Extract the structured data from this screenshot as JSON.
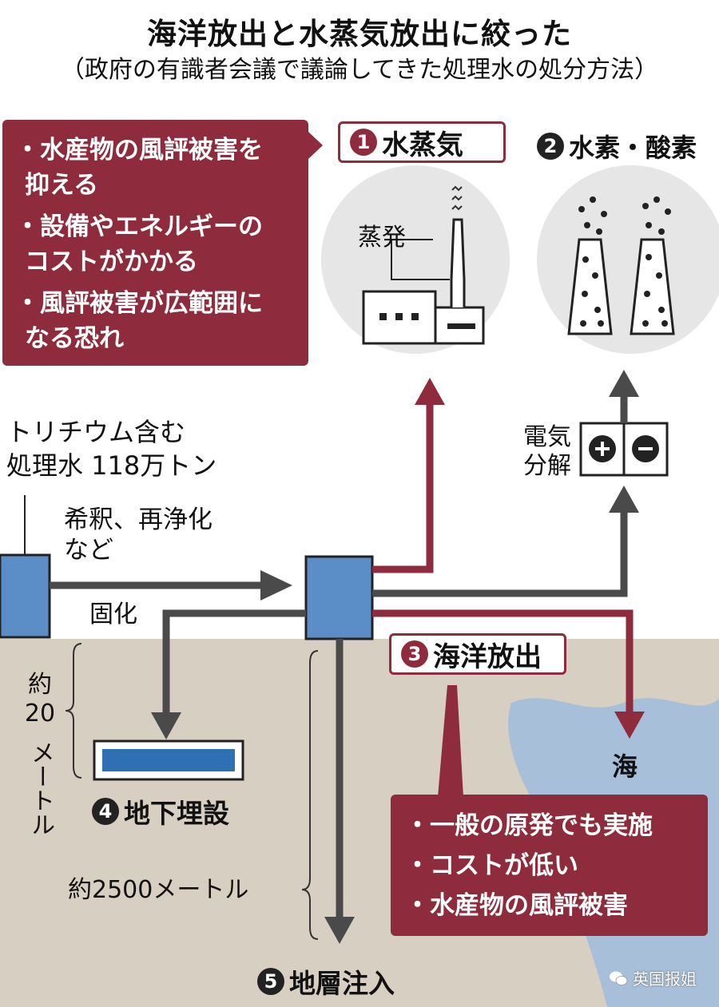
{
  "title": "海洋放出と水蒸気放出に絞った",
  "subtitle": "（政府の有識者会議で議論してきた処理水の処分方法）",
  "colors": {
    "red": "#8e2c3d",
    "blue": "#5b8ec7",
    "ground": "#d8cfc3",
    "sea": "#a8bfd9",
    "arrow": "#4a4a4a"
  },
  "vapor_cons": [
    "・水産物の風評被害を抑える",
    "・設備やエネルギーのコストがかかる",
    "・風評被害が広範囲になる恐れ"
  ],
  "vapor_cons_lines": [
    "・水産物の風評被害を",
    "抑える",
    "・設備やエネルギーの",
    "コストがかかる",
    "・風評被害が広範囲に",
    "なる恐れ"
  ],
  "option1": {
    "num": "1",
    "label": "水蒸気"
  },
  "option2": {
    "num": "2",
    "label": "水素・酸素"
  },
  "option3": {
    "num": "3",
    "label": "海洋放出"
  },
  "option4": {
    "num": "4",
    "label": "地下埋設"
  },
  "option5": {
    "num": "5",
    "label": "地層注入"
  },
  "evaporate": "蒸発",
  "electrolysis": [
    "電気",
    "分解"
  ],
  "treated_water": [
    "トリチウム含む",
    "処理水 118万トン"
  ],
  "dilute": [
    "希釈、再浄化",
    "など"
  ],
  "solidify": "固化",
  "depth20": [
    "約",
    "20",
    "メートル"
  ],
  "depth2500": "約2500メートル",
  "sea_label": "海",
  "ocean_pros": [
    "・一般の原発でも実施",
    "・コストが低い",
    "・水産物の風評被害"
  ],
  "watermark": "英国报姐"
}
